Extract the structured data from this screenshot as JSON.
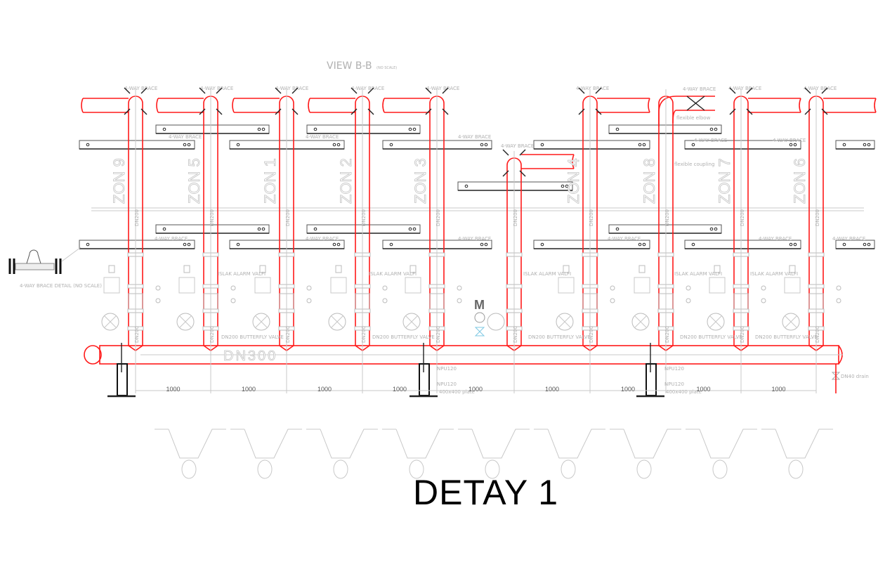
{
  "view_title": "VIEW B-B",
  "view_scale": "(NO SCALE)",
  "drawing_title": "DETAY 1",
  "brace_label": "4-WAY BRACE",
  "brace_detail_label": "4-WAY BRACE DETAIL (NO SCALE)",
  "zones": [
    "ZON 9",
    "ZON 5",
    "ZON 1",
    "ZON 2",
    "ZON 3",
    "",
    "ZON 4",
    "ZON 8",
    "ZON 7",
    "ZON 6"
  ],
  "riser_size": "DN200",
  "header_size": "DN300",
  "alarm_valve_label": "ISLAK ALARM VALFI",
  "butterfly_valve_label": "DN200 BUTTERFLY VALVE",
  "flexible_elbow": "flexible elbow",
  "flexible_coupling": "flexible coupling",
  "support_profile": "NPU120",
  "support_plate": "400x400 plate",
  "drain_label": "DN40 drain",
  "gauge_label": "M",
  "dimension": "1000",
  "colors": {
    "pipe": "#ff1a1a",
    "line": "#c8c8c8",
    "steel": "#222222",
    "valve": "#7ec8e3"
  }
}
